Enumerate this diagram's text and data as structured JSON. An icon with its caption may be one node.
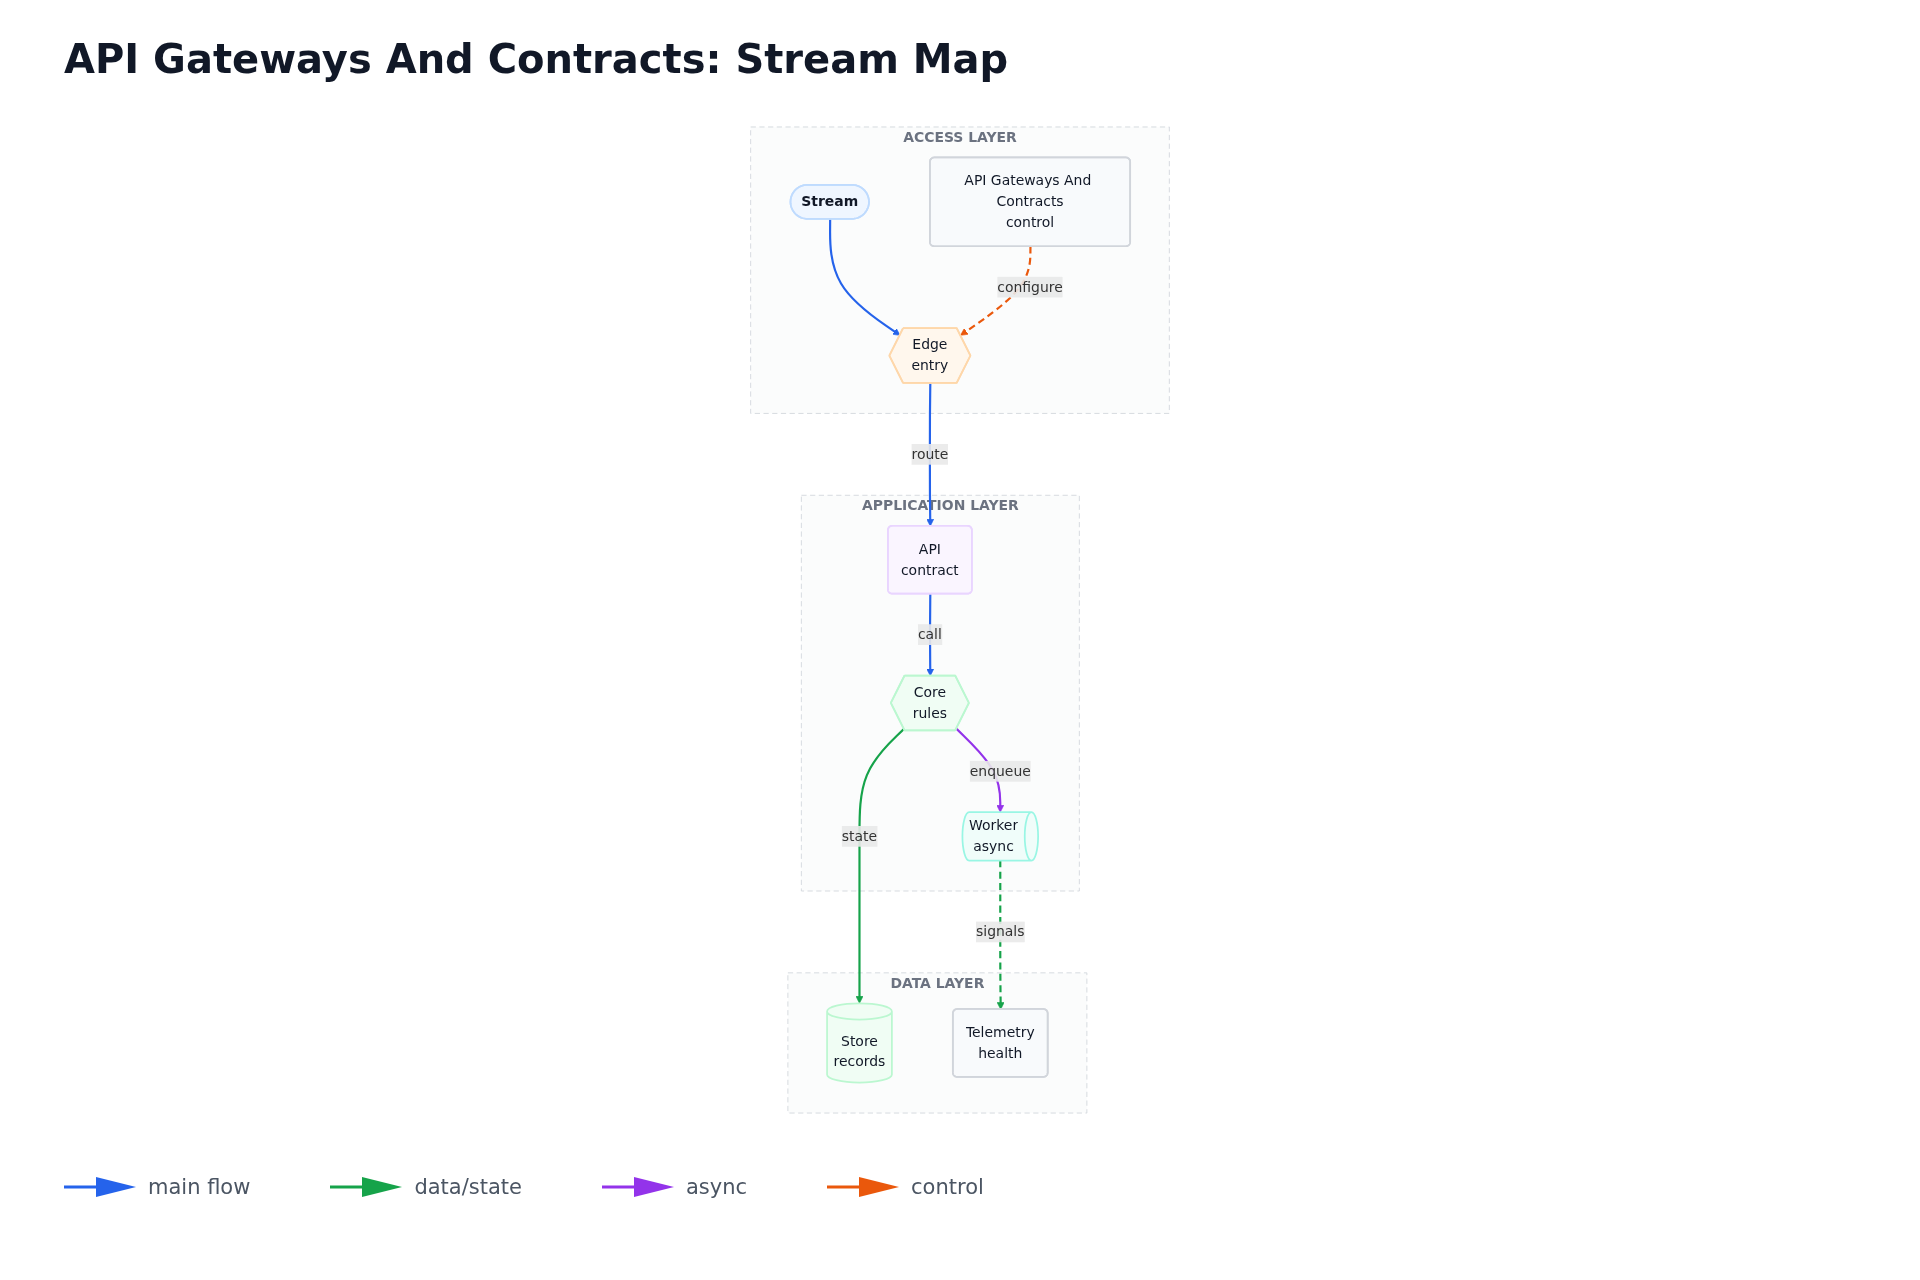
{
  "diagram": {
    "title": "API Gateways And Contracts: Stream Map",
    "nodes": [
      {
        "text": [
          "ACCESS LAYER"
        ]
      },
      {
        "text": [
          "Stream"
        ],
        "in": 0
      },
      {
        "text": [
          "API Gateways And Contracts",
          "control"
        ],
        "in": 0
      },
      {
        "text": [
          "Edge",
          "entry"
        ],
        "in": 0
      },
      {
        "text": [
          "APPLICATION LAYER"
        ]
      },
      {
        "text": [
          "API",
          "contract"
        ],
        "in": 4
      },
      {
        "text": [
          "Core",
          "rules"
        ],
        "in": 4
      },
      {
        "text": [
          "Worker",
          "async"
        ],
        "in": 4
      },
      {
        "text": [
          "DATA LAYER"
        ]
      },
      {
        "text": [
          "Store",
          "records"
        ],
        "in": 8
      },
      {
        "text": [
          "Telemetry",
          "health"
        ],
        "in": 8
      }
    ],
    "edges": [
      {
        "from": 1,
        "to": 3,
        "arrow": "to"
      },
      {
        "from": 2,
        "to": 3,
        "label": "configure",
        "arrow": "to",
        "style": "dashed",
        "color": "#ea580c"
      },
      {
        "from": 3,
        "to": 5,
        "label": "route",
        "arrow": "to"
      },
      {
        "from": 5,
        "to": 6,
        "label": "call",
        "arrow": "to"
      },
      {
        "from": 6,
        "to": 7,
        "label": "enqueue",
        "arrow": "to",
        "color": "#9333ea"
      },
      {
        "from": 6,
        "to": 9,
        "label": "state",
        "arrow": "to",
        "color": "#16a34a"
      },
      {
        "from": 7,
        "to": 10,
        "label": "signals",
        "arrow": "to",
        "style": "dashed",
        "color": "#16a34a"
      }
    ],
    "legend": [
      {
        "text": "main flow"
      },
      {
        "text": "data/state"
      },
      {
        "text": "async"
      },
      {
        "text": "control"
      }
    ]
  }
}
